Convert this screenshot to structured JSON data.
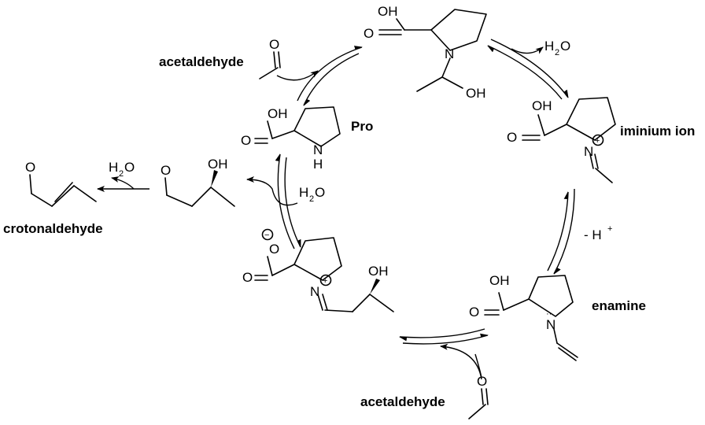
{
  "labels": {
    "acetaldehyde_top": "acetaldehyde",
    "acetaldehyde_bottom": "acetaldehyde",
    "pro": "Pro",
    "iminium": "iminium ion",
    "enamine": "enamine",
    "crotonaldehyde": "crotonaldehyde",
    "minus_h": "- H",
    "plus_sup": "+"
  },
  "atoms": {
    "oh": "OH",
    "o": "O",
    "n": "N",
    "nh_h": "H",
    "h": "H",
    "two": "2",
    "minus": "−",
    "plus": "+",
    "dots": "··"
  }
}
